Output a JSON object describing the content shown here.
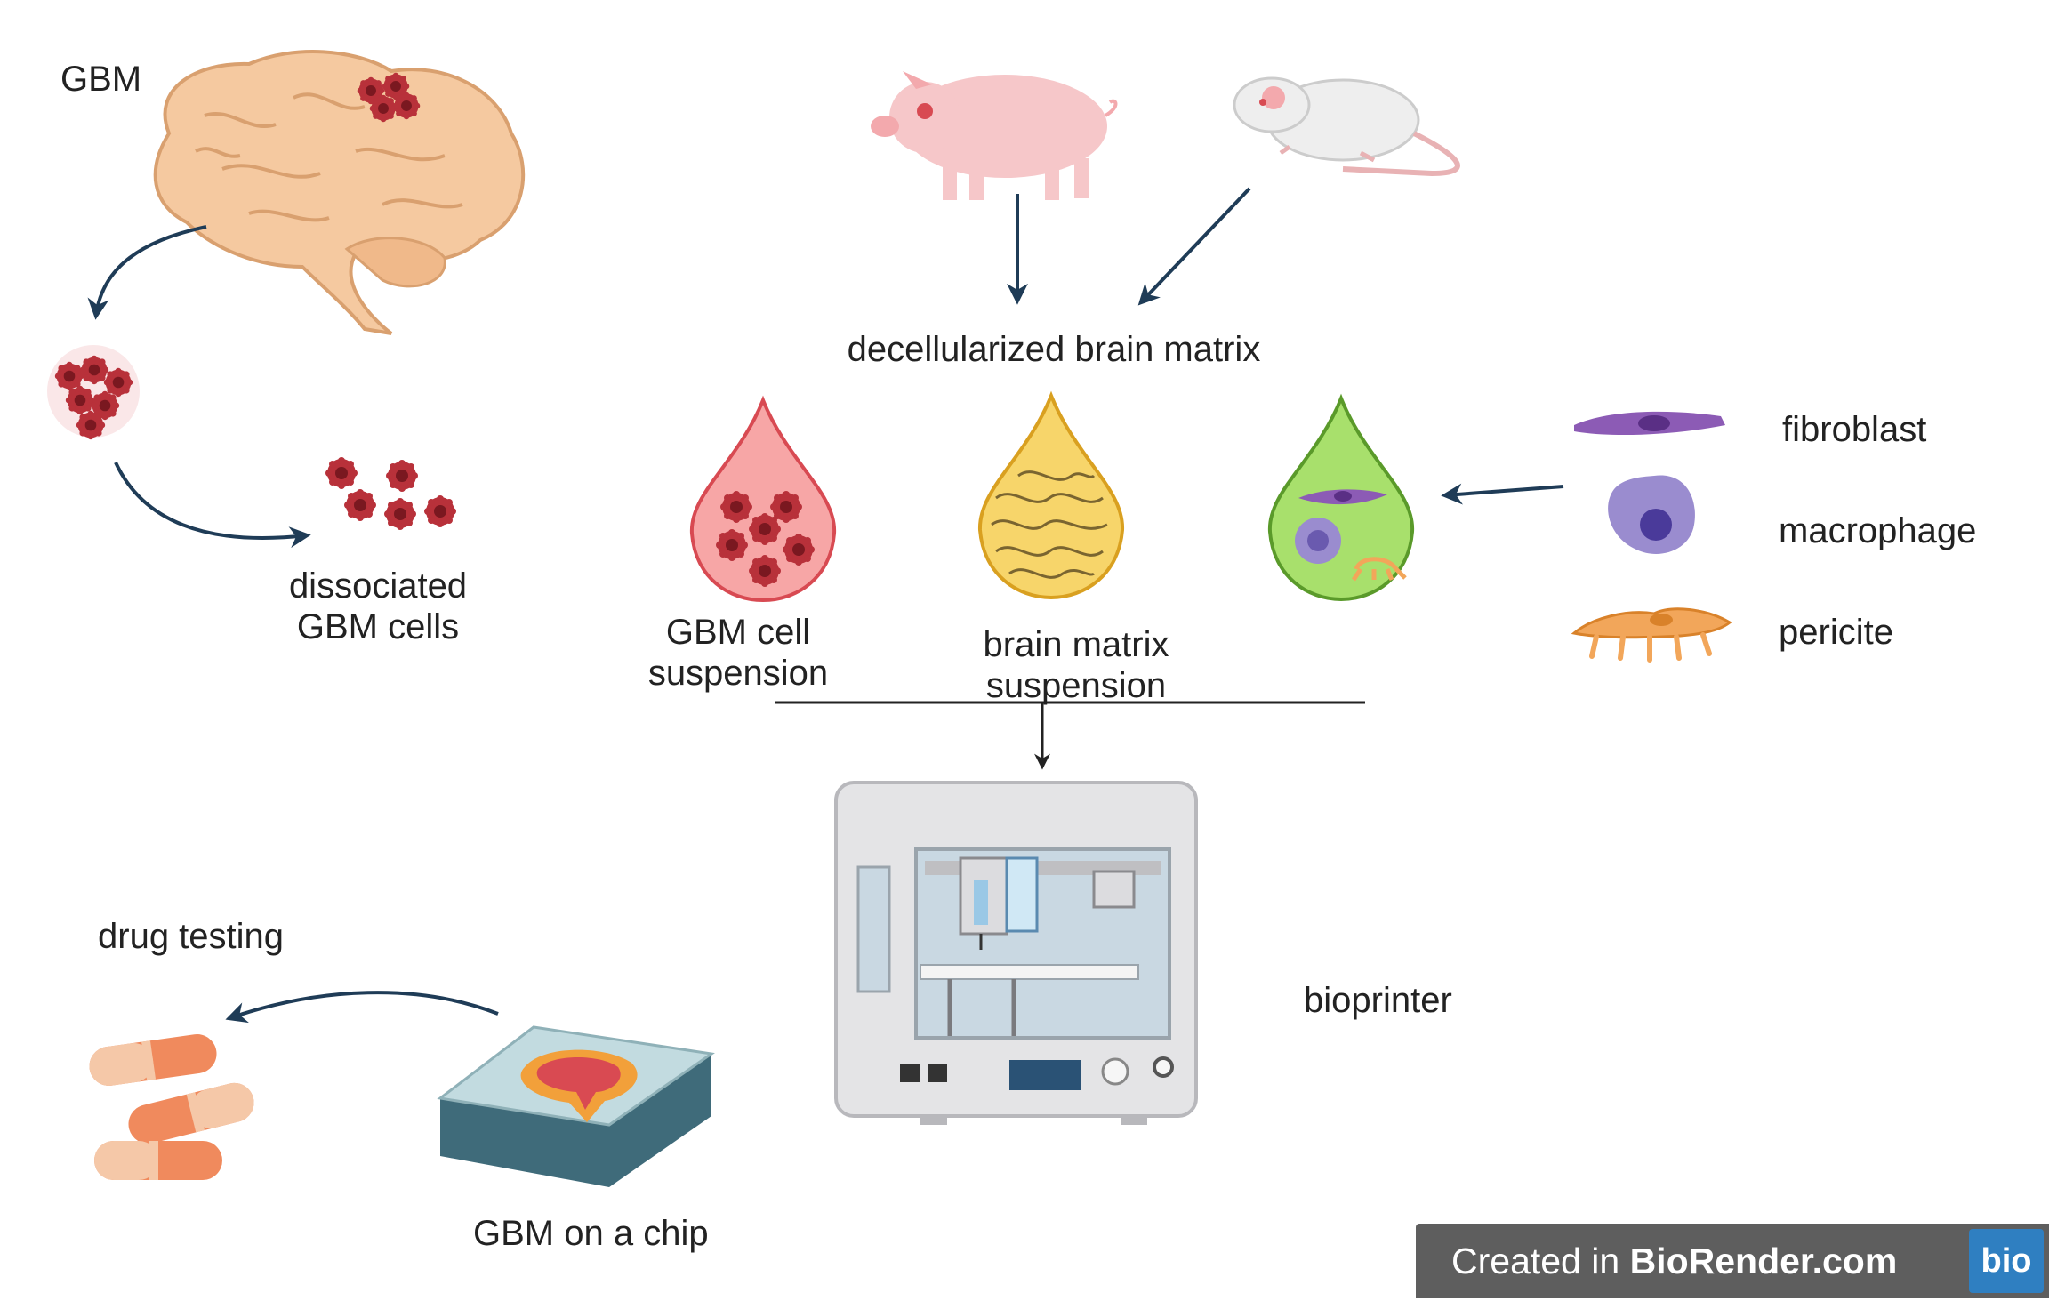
{
  "labels": {
    "gbm": "GBM",
    "dissociated": "dissociated",
    "gbm_cells": "GBM cells",
    "decell_matrix": "decellularized brain matrix",
    "gbm_cell": "GBM cell",
    "suspension_1": "suspension",
    "brain_matrix": "brain matrix",
    "suspension_2": "suspension",
    "fibroblast": "fibroblast",
    "macrophage": "macrophage",
    "pericite": "pericite",
    "bioprinter": "bioprinter",
    "drug_testing": "drug testing",
    "gbm_on_chip": "GBM on a chip"
  },
  "watermark": {
    "prefix": "Created in ",
    "brand": "BioRender.com",
    "logo": "bio"
  },
  "colors": {
    "arrow": "#1f3c57",
    "brain": "#f5c9a0",
    "tumor": "#b8313a",
    "drop_pink": "#f7a6a6",
    "drop_yellow": "#f7d56a",
    "drop_green": "#a8e06c",
    "fibroblast": "#8c5bb5",
    "macrophage": "#9a8ccf",
    "pericite": "#f2a65a",
    "pig": "#f6c7c9",
    "mouse": "#eeeeee",
    "pill": "#f08a5d",
    "chip": "#c2dbe0",
    "watermark_bg": "#5e5e5e",
    "logo_bg": "#2f7fc1"
  },
  "icons": [
    "brain-icon",
    "tumor-cluster-icon",
    "tumor-cell-icon",
    "pig-icon",
    "mouse-icon",
    "droplet-icon",
    "fibroblast-icon",
    "macrophage-icon",
    "pericite-icon",
    "bioprinter-icon",
    "chip-icon",
    "pill-icon",
    "arrow-icon"
  ]
}
